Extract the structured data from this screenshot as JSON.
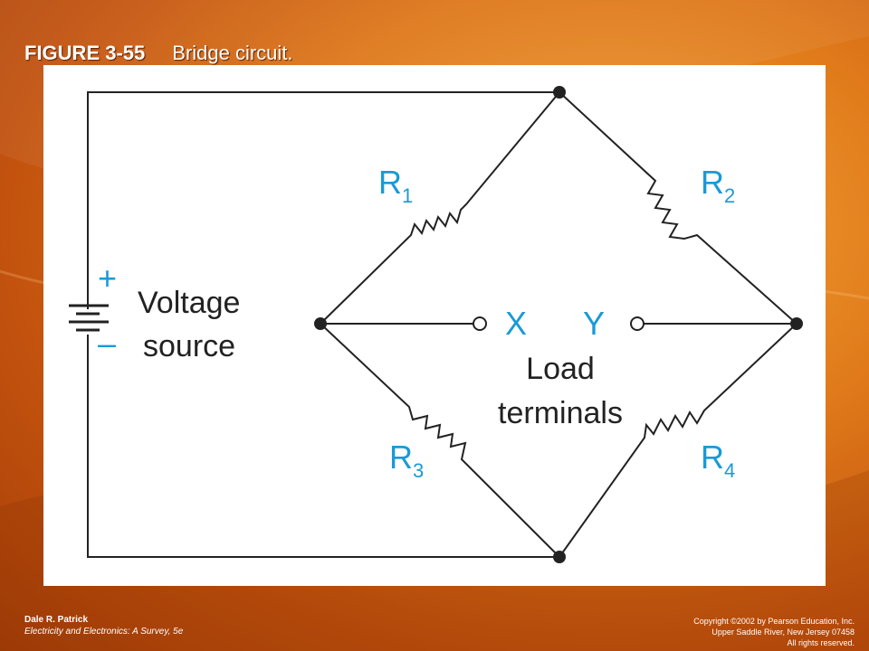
{
  "slide": {
    "figure_number": "FIGURE 3-55",
    "figure_caption": "Bridge circuit."
  },
  "diagram": {
    "resistors": [
      {
        "label": "R",
        "subscript": "1"
      },
      {
        "label": "R",
        "subscript": "2"
      },
      {
        "label": "R",
        "subscript": "3"
      },
      {
        "label": "R",
        "subscript": "4"
      }
    ],
    "source": {
      "plus": "+",
      "minus": "–",
      "label_line1": "Voltage",
      "label_line2": "source"
    },
    "terminals": {
      "x_label": "X",
      "y_label": "Y",
      "label_line1": "Load",
      "label_line2": "terminals"
    },
    "colors": {
      "wire": "#222222",
      "label_accent": "#1a9ad6"
    }
  },
  "footer": {
    "author": "Dale R. Patrick",
    "book": "Electricity and Electronics: A Survey, 5e",
    "copyright_line1": "Copyright ©2002 by Pearson Education, Inc.",
    "copyright_line2": "Upper Saddle River, New Jersey 07458",
    "copyright_line3": "All rights reserved."
  }
}
